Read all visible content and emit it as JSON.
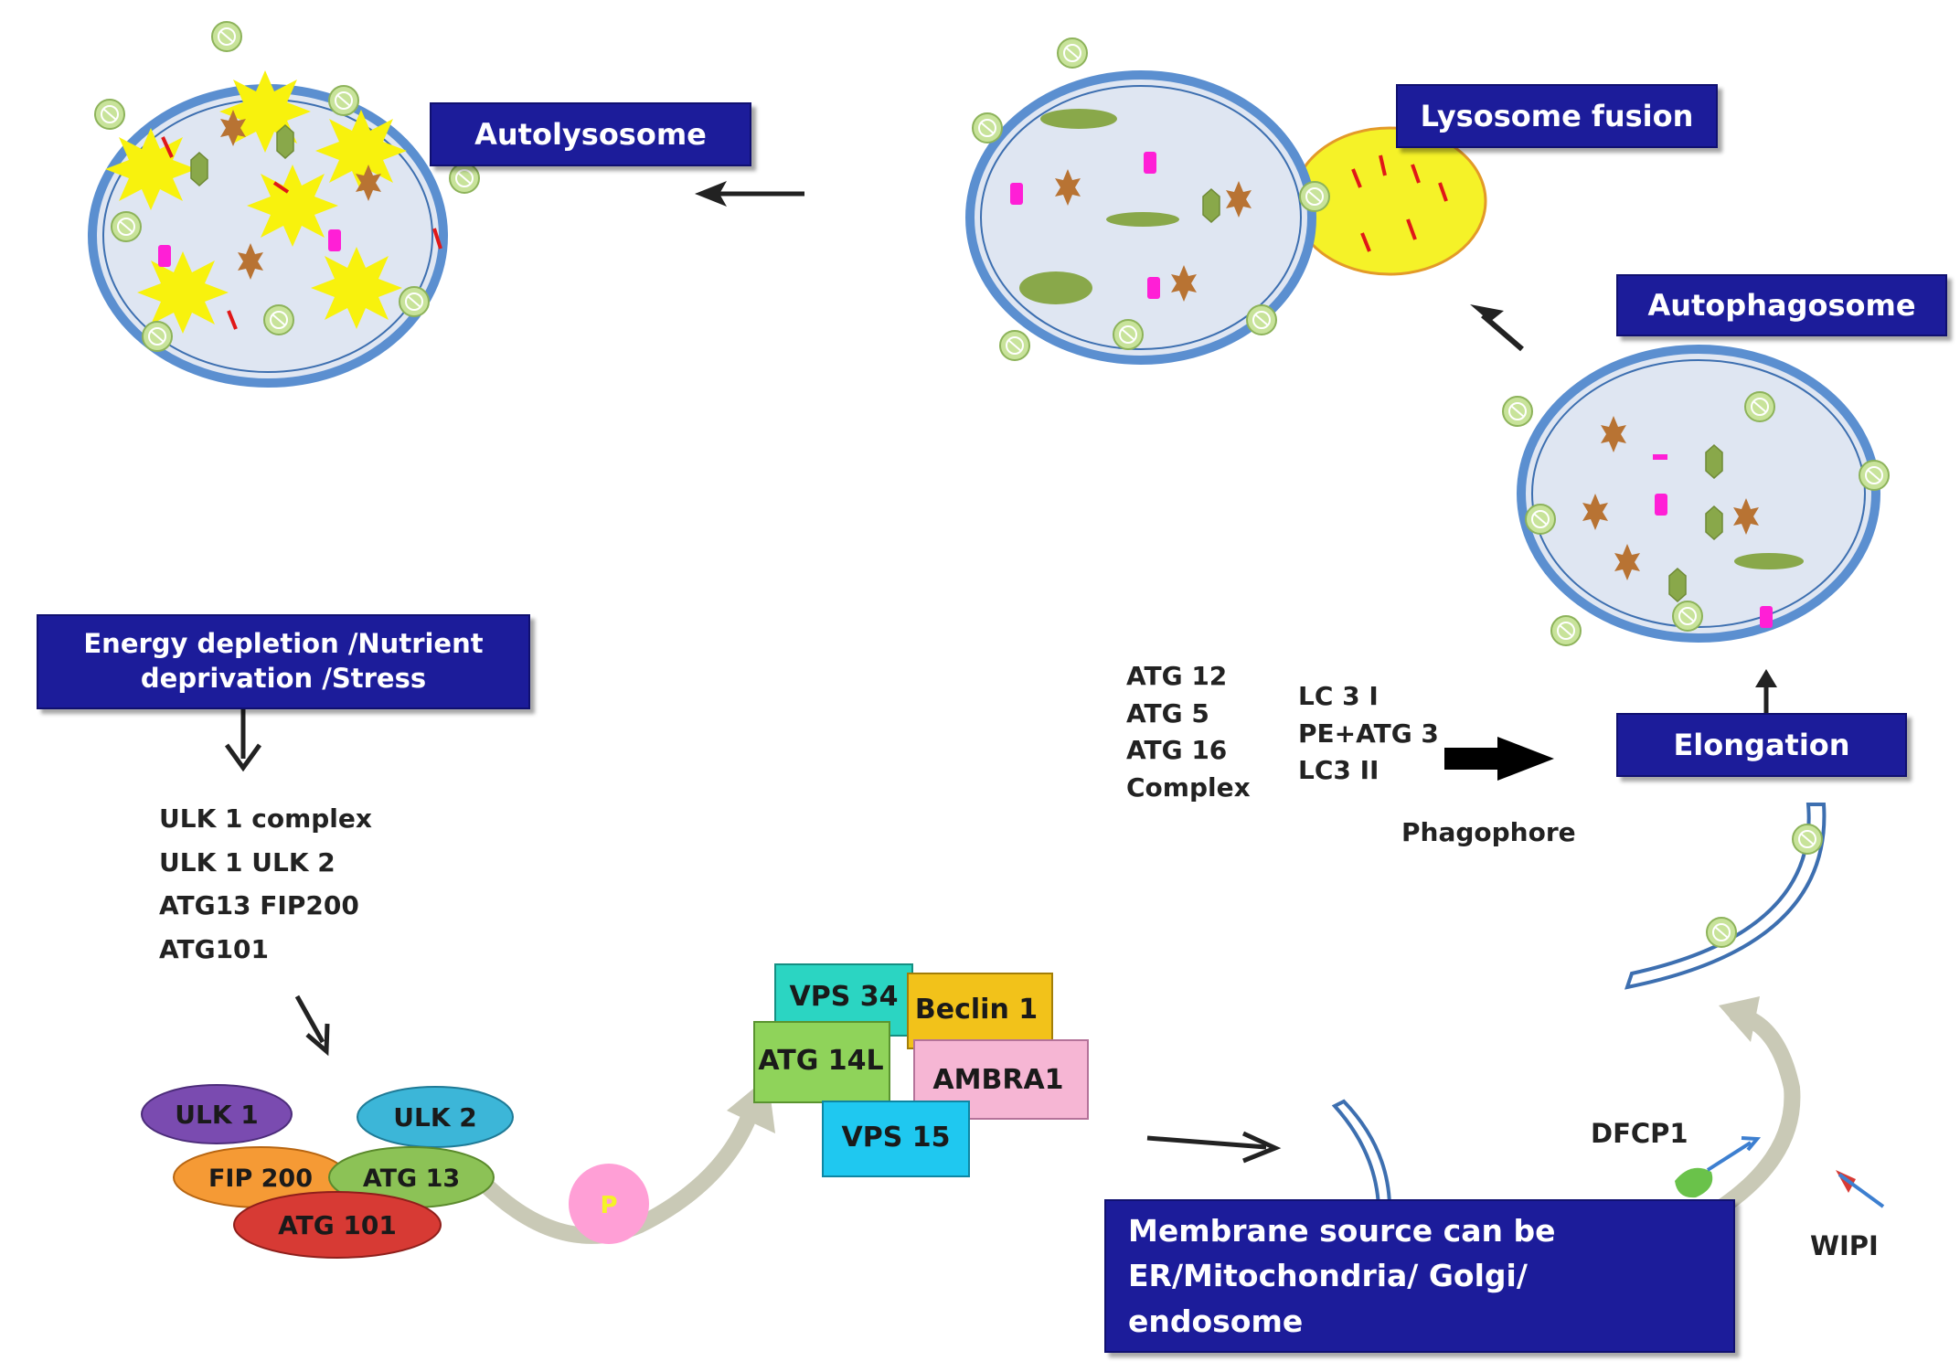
{
  "boxes": {
    "autolysosome": "Autolysosome",
    "lysosome_fusion": "Lysosome fusion",
    "autophagosome": "Autophagosome",
    "elongation": "Elongation",
    "energy_line1": "Energy depletion /Nutrient",
    "energy_line2": "deprivation /Stress",
    "membrane_line1": "Membrane source can be",
    "membrane_line2": "ER/Mitochondria/ Golgi/",
    "membrane_line3": "endosome"
  },
  "ulk_text": {
    "line1": "ULK 1 complex",
    "line2": "ULK 1  ULK 2",
    "line3": "ATG13   FIP200",
    "line4": "ATG101"
  },
  "atg_text": {
    "a1": "ATG 12",
    "a2": "ATG 5",
    "a3": "ATG 16",
    "a4": "Complex",
    "b1": "LC 3 I",
    "b2": "PE+ATG 3",
    "b3": "LC3 II",
    "phagophore": "Phagophore"
  },
  "ulk_complex": {
    "ulk1": "ULK 1",
    "ulk2": "ULK 2",
    "fip200": "FIP 200",
    "atg13": "ATG 13",
    "atg101": "ATG 101",
    "p": "P"
  },
  "pi3k_complex": {
    "vps34": "VPS 34",
    "beclin1": "Beclin 1",
    "atg14l": "ATG 14L",
    "ambra1": "AMBRA1",
    "vps15": "VPS 15"
  },
  "labels": {
    "dfcp1": "DFCP1",
    "wipi": "WIPI"
  },
  "colors": {
    "box_fill": "#1c1c9a",
    "vesicle_fill": "#dfe6f2",
    "vesicle_ring": "#5b8fd0",
    "lysosome": "#f5f228",
    "lc3_dot": "#c8e39a",
    "ulk1": "#7a4bb0",
    "ulk2": "#3cb6d8",
    "fip200": "#f59a35",
    "atg13": "#8cc256",
    "atg101": "#d73a34",
    "p": "#ff9fd6",
    "vps34": "#2bd5c2",
    "beclin1": "#f2c21a",
    "atg14l": "#8fd35a",
    "ambra1": "#f6b6d4",
    "vps15": "#1fc8f0"
  }
}
